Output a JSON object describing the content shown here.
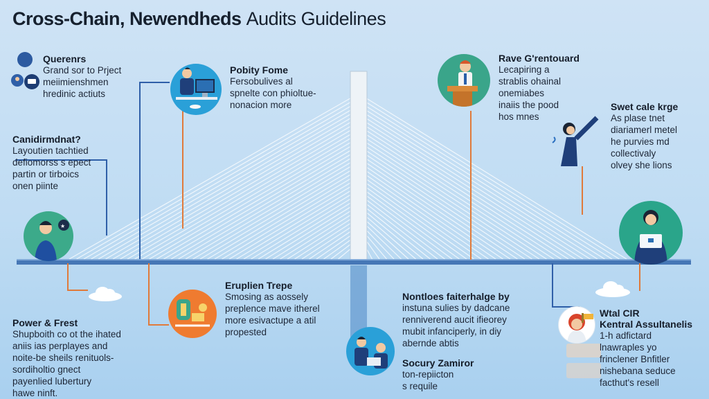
{
  "title": {
    "bold": "Cross-Chain, Newendheds",
    "thin": "Audits Guidelines"
  },
  "sections": {
    "overview": {
      "title": "Querenrs",
      "lines": [
        "Grand sor to Prject",
        "meiimienshmen",
        "hredinic actiuts"
      ]
    },
    "policy": {
      "title": "Pobity Fome",
      "lines": [
        "Fersobulives al",
        "spnelte con phioltue-",
        "nonacion more"
      ]
    },
    "candidate": {
      "title": "Canidirmdnat?",
      "lines": [
        "Layoutien tachtied",
        "defiomorss s epect",
        "partin or tirboics",
        "onen piinte"
      ]
    },
    "grentouard": {
      "title": "Rave G'rentouard",
      "lines": [
        "Lecapiring a",
        "strablis ohainal",
        "onemiabes",
        "inaiis the pood",
        "hos mnes"
      ]
    },
    "swet": {
      "title": "Swet cale krge",
      "lines": [
        "As plase tnet",
        "diariamerl metel",
        "he purvies md",
        "collectivaly",
        "olvey she lions"
      ]
    },
    "eruption": {
      "title": "Eruplien Trepe",
      "lines": [
        "Smosing as aossely",
        "preplence mave itherel",
        "more esivactupe a atil",
        "propested"
      ]
    },
    "nontloes": {
      "title": "Nontloes faiterhalge by",
      "lines": [
        "instuna sulies by dadcane",
        "renniverend aucit ifieorey",
        "mubit infanciperly, in diy",
        "abernde abtis"
      ]
    },
    "power": {
      "title": "Power & Frest",
      "lines": [
        "Shupboith co ot the ihated",
        "aniis ias perplayes and",
        "noite-be sheils renituols-",
        "sordiholtio gnect",
        "payenlied lubertury",
        "hawe ninft."
      ]
    },
    "security": {
      "title": "Socury Zamiror",
      "lines": [
        "ton-repiicton",
        "s requile"
      ]
    },
    "wtal": {
      "title": "Wtal CIR",
      "subtitle": "Kentral Assultanelis",
      "lines": [
        "1-h adfictard",
        "lnawraples yo",
        "frinclener Bnfitler",
        "nishebana seduce",
        "facthut's resell"
      ]
    }
  },
  "icons": {
    "person": "person-icon",
    "computer": "computer-icon",
    "podium": "podium-icon",
    "cloud": "cloud-icon"
  }
}
